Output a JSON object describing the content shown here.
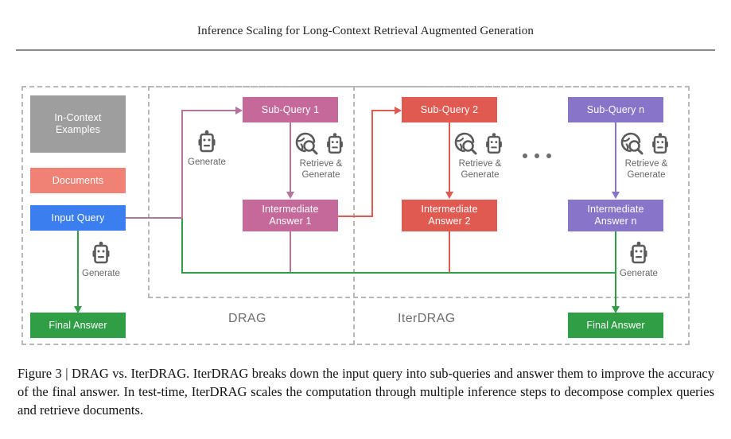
{
  "header": {
    "running_title": "Inference Scaling for Long-Context Retrieval Augmented Generation"
  },
  "figure": {
    "panels": [
      {
        "id": "drag",
        "label": "DRAG"
      },
      {
        "id": "iterdrag",
        "label": "IterDRAG"
      }
    ],
    "nodes": {
      "in_context_examples": {
        "label": "In-Context\nExamples",
        "color": "#9e9e9e"
      },
      "documents": {
        "label": "Documents",
        "color": "#ef8274"
      },
      "input_query": {
        "label": "Input Query",
        "color": "#3b7ef0"
      },
      "final_answer_drag": {
        "label": "Final Answer",
        "color": "#2f9e44"
      },
      "sub_query_1": {
        "label": "Sub-Query 1",
        "color": "#c4699a"
      },
      "intermediate_answer_1": {
        "label": "Intermediate\nAnswer 1",
        "color": "#c4699a"
      },
      "sub_query_2": {
        "label": "Sub-Query 2",
        "color": "#e05a52"
      },
      "intermediate_answer_2": {
        "label": "Intermediate\nAnswer 2",
        "color": "#e05a52"
      },
      "sub_query_n": {
        "label": "Sub-Query n",
        "color": "#8874c8"
      },
      "intermediate_answer_n": {
        "label": "Intermediate\nAnswer n",
        "color": "#8874c8"
      },
      "final_answer_iter": {
        "label": "Final Answer",
        "color": "#2f9e44"
      }
    },
    "edge_labels": {
      "generate": "Generate",
      "retrieve_and_generate_l1": "Retrieve &",
      "retrieve_and_generate_l2": "Generate"
    },
    "icons": {
      "robot": "robot-icon",
      "retrieve": "globe-search-icon",
      "ellipsis": "ellipsis-dots"
    },
    "edge_colors": {
      "green": "#2f9e44",
      "mauve": "#b4749b",
      "red": "#e05a52",
      "purple": "#8874c8",
      "gray": "#b8b8b8"
    }
  },
  "caption": {
    "text": "Figure 3 | DRAG vs. IterDRAG. IterDRAG breaks down the input query into sub-queries and answer them to improve the accuracy of the final answer.  In test-time, IterDRAG scales the computation through multiple inference steps to decompose complex queries and retrieve documents."
  }
}
